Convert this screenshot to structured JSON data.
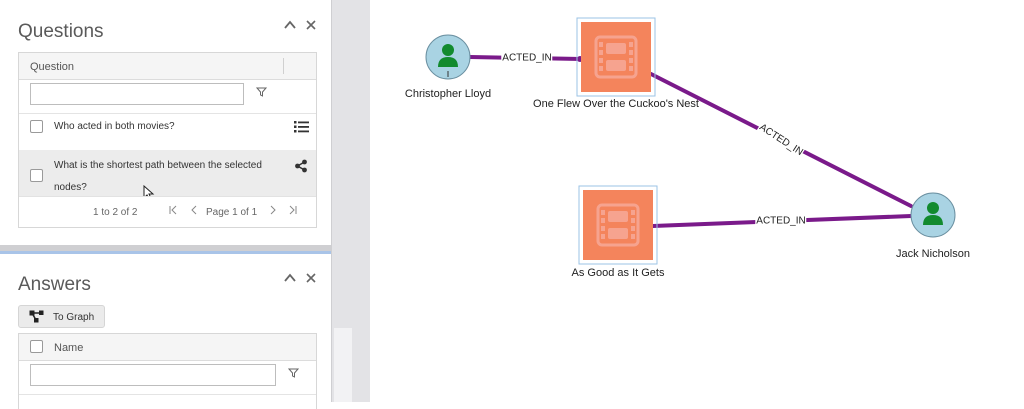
{
  "questions_panel": {
    "title": "Questions",
    "grid": {
      "column_header": "Question",
      "filter_value": "",
      "rows": [
        {
          "text_line1": "Who acted in both movies?",
          "text_line2": "",
          "icon": "list-icon"
        },
        {
          "text_line1": "What is the shortest path between the selected",
          "text_line2": "nodes?",
          "icon": "share-nodes-icon"
        }
      ]
    },
    "pager": {
      "range": "1 to 2 of 2",
      "page_label": "Page 1 of 1"
    }
  },
  "answers_panel": {
    "title": "Answers",
    "to_graph_label": "To Graph",
    "grid": {
      "column_header": "Name",
      "filter_value": ""
    }
  },
  "graph": {
    "colors": {
      "edge": "#7a1a8a",
      "person_fill": "#a9d3e3",
      "person_icon": "#128a2e",
      "movie_outer": "#f4845c",
      "movie_inner": "#f6a38f",
      "selection": "#9bc3e6"
    },
    "nodes": [
      {
        "id": "christopher-lloyd",
        "type": "person",
        "label": "Christopher Lloyd"
      },
      {
        "id": "cuckoos-nest",
        "type": "movie",
        "label": "One Flew Over the Cuckoo's Nest"
      },
      {
        "id": "jack-nicholson",
        "type": "person",
        "label": "Jack Nicholson"
      },
      {
        "id": "as-good-as-it-gets",
        "type": "movie",
        "label": "As Good as It Gets"
      }
    ],
    "edges": [
      {
        "label": "ACTED_IN"
      },
      {
        "label": "ACTED_IN"
      },
      {
        "label": "ACTED_IN"
      }
    ]
  }
}
